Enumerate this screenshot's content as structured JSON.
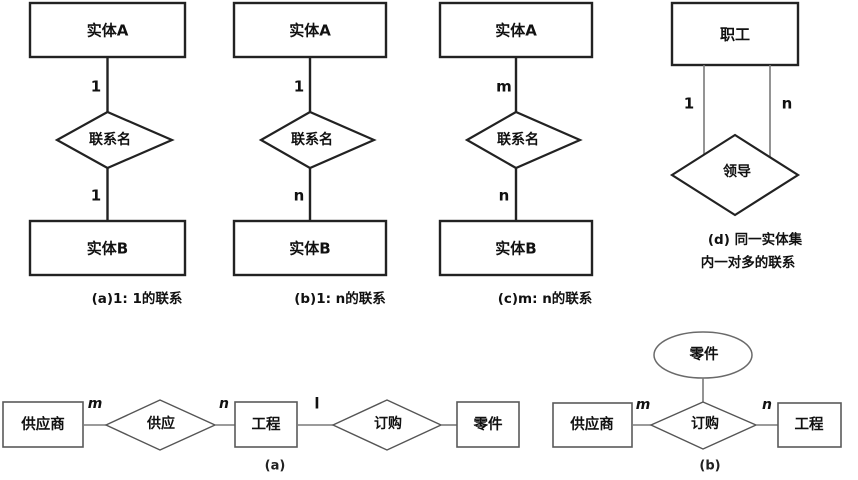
{
  "figure": {
    "title": "ER diagram cardinality illustrations",
    "colors": {
      "background": "#ffffff",
      "stroke_strong": "#222222",
      "stroke_light": "#6a6a6a",
      "text": "#111111"
    }
  },
  "top_panels": [
    {
      "id": "a",
      "entity_top": "实体A",
      "relationship": "联系名",
      "entity_bottom": "实体B",
      "card_top": "1",
      "card_bottom": "1",
      "caption": "(a)1: 1的联系"
    },
    {
      "id": "b",
      "entity_top": "实体A",
      "relationship": "联系名",
      "entity_bottom": "实体B",
      "card_top": "1",
      "card_bottom": "n",
      "caption": "(b)1: n的联系"
    },
    {
      "id": "c",
      "entity_top": "实体A",
      "relationship": "联系名",
      "entity_bottom": "实体B",
      "card_top": "m",
      "card_bottom": "n",
      "caption": "(c)m: n的联系"
    }
  ],
  "panel_d": {
    "id": "d",
    "entity": "职工",
    "relationship": "领导",
    "card_left": "1",
    "card_right": "n",
    "caption_line1": "(d) 同一实体集",
    "caption_line2": "内一对多的联系"
  },
  "bottom_left": {
    "id": "a",
    "caption": "(a)",
    "entities": [
      "供应商",
      "工程",
      "零件"
    ],
    "relationships": [
      "供应",
      "订购"
    ],
    "cardinalities": {
      "supplier_supply": "m",
      "supply_project": "n",
      "project_order": "l"
    }
  },
  "bottom_right": {
    "id": "b",
    "caption": "(b)",
    "entities": [
      "供应商",
      "工程"
    ],
    "relationship": "订购",
    "attribute_entity": "零件",
    "cardinalities": {
      "supplier_order": "m",
      "order_project": "n"
    }
  }
}
